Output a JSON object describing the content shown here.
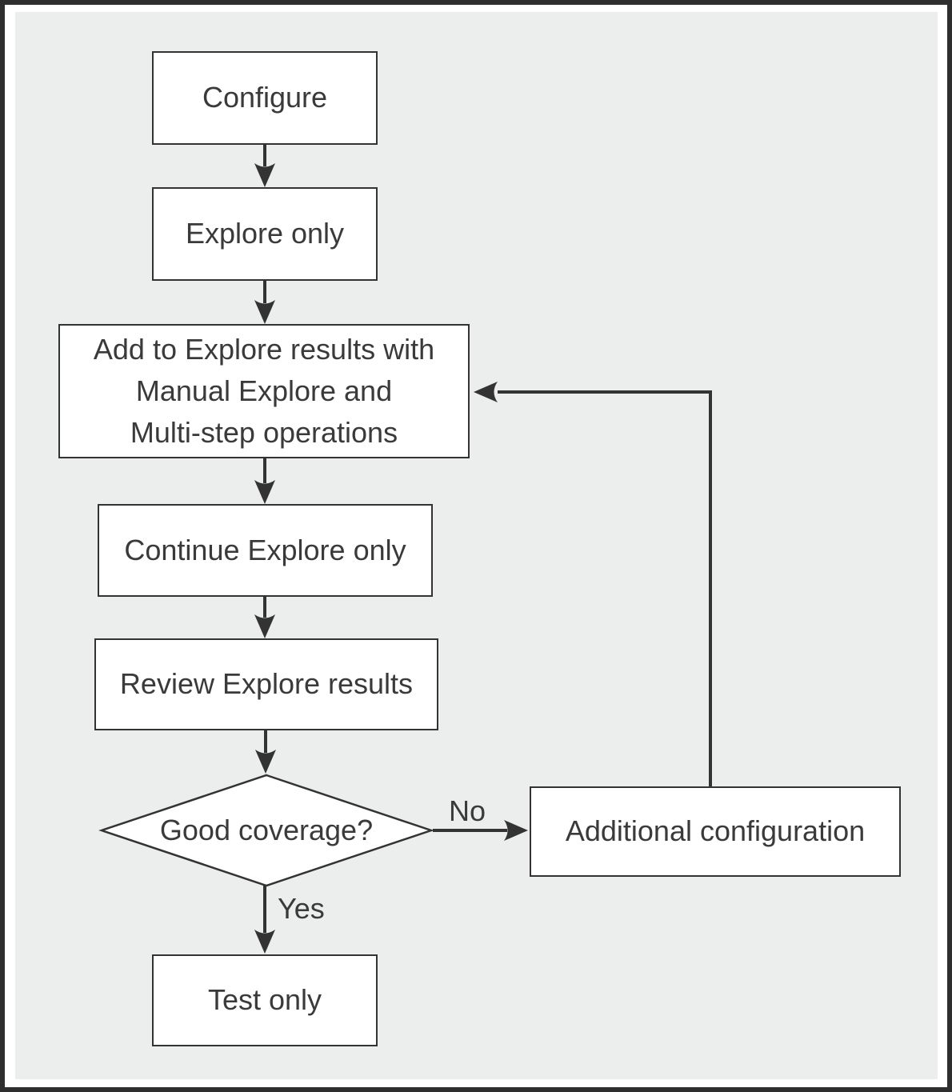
{
  "colors": {
    "panel_bg": "#eceded",
    "stroke": "#333333",
    "text": "#3a3a3a",
    "frame": "#2e2e2e",
    "node_bg": "#ffffff"
  },
  "flowchart": {
    "nodes": {
      "configure": {
        "label": "Configure"
      },
      "explore_only": {
        "label": "Explore only"
      },
      "add_explore": {
        "label": "Add to Explore results with\nManual Explore and\nMulti-step operations"
      },
      "continue_explore": {
        "label": "Continue Explore only"
      },
      "review_explore": {
        "label": "Review Explore results"
      },
      "good_coverage": {
        "label": "Good coverage?"
      },
      "additional_config": {
        "label": "Additional configuration"
      },
      "test_only": {
        "label": "Test only"
      }
    },
    "edge_labels": {
      "no": "No",
      "yes": "Yes"
    }
  }
}
